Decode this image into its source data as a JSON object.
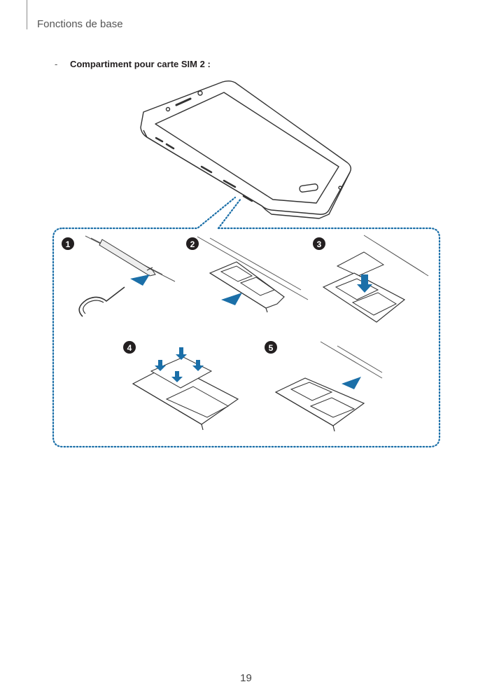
{
  "header": {
    "title": "Fonctions de base"
  },
  "section": {
    "bullet": "-",
    "heading": "Compartiment pour carte SIM 2 :"
  },
  "figure": {
    "steps": [
      "1",
      "2",
      "3",
      "4",
      "5"
    ],
    "accent_color": "#1b6fa8",
    "outline_color": "#333333",
    "dotted_frame_color": "#1b6fa8"
  },
  "footer": {
    "page_number": "19"
  }
}
